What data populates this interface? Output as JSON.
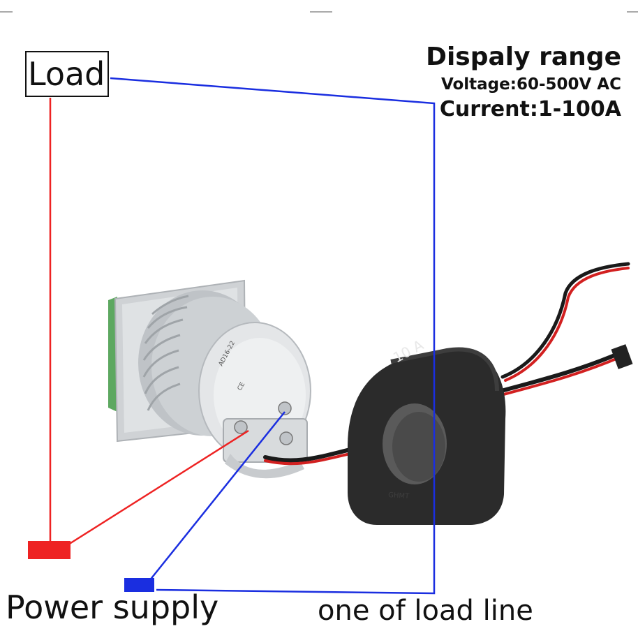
{
  "labels": {
    "load": "Load",
    "range_title": "Dispaly range",
    "voltage": "Voltage:60-500V AC",
    "current": "Current:1-100A",
    "power_supply": "Power supply",
    "one_of_load_line": "one of load line"
  },
  "colors": {
    "live_wire": "#ee2222",
    "neutral_wire": "#1a2ee0",
    "ct_body": "#2a2a2a",
    "meter_body": "#d4d6d8"
  },
  "icons": {
    "meter": "panel-voltmeter-ammeter",
    "ct": "current-transformer-ring"
  }
}
